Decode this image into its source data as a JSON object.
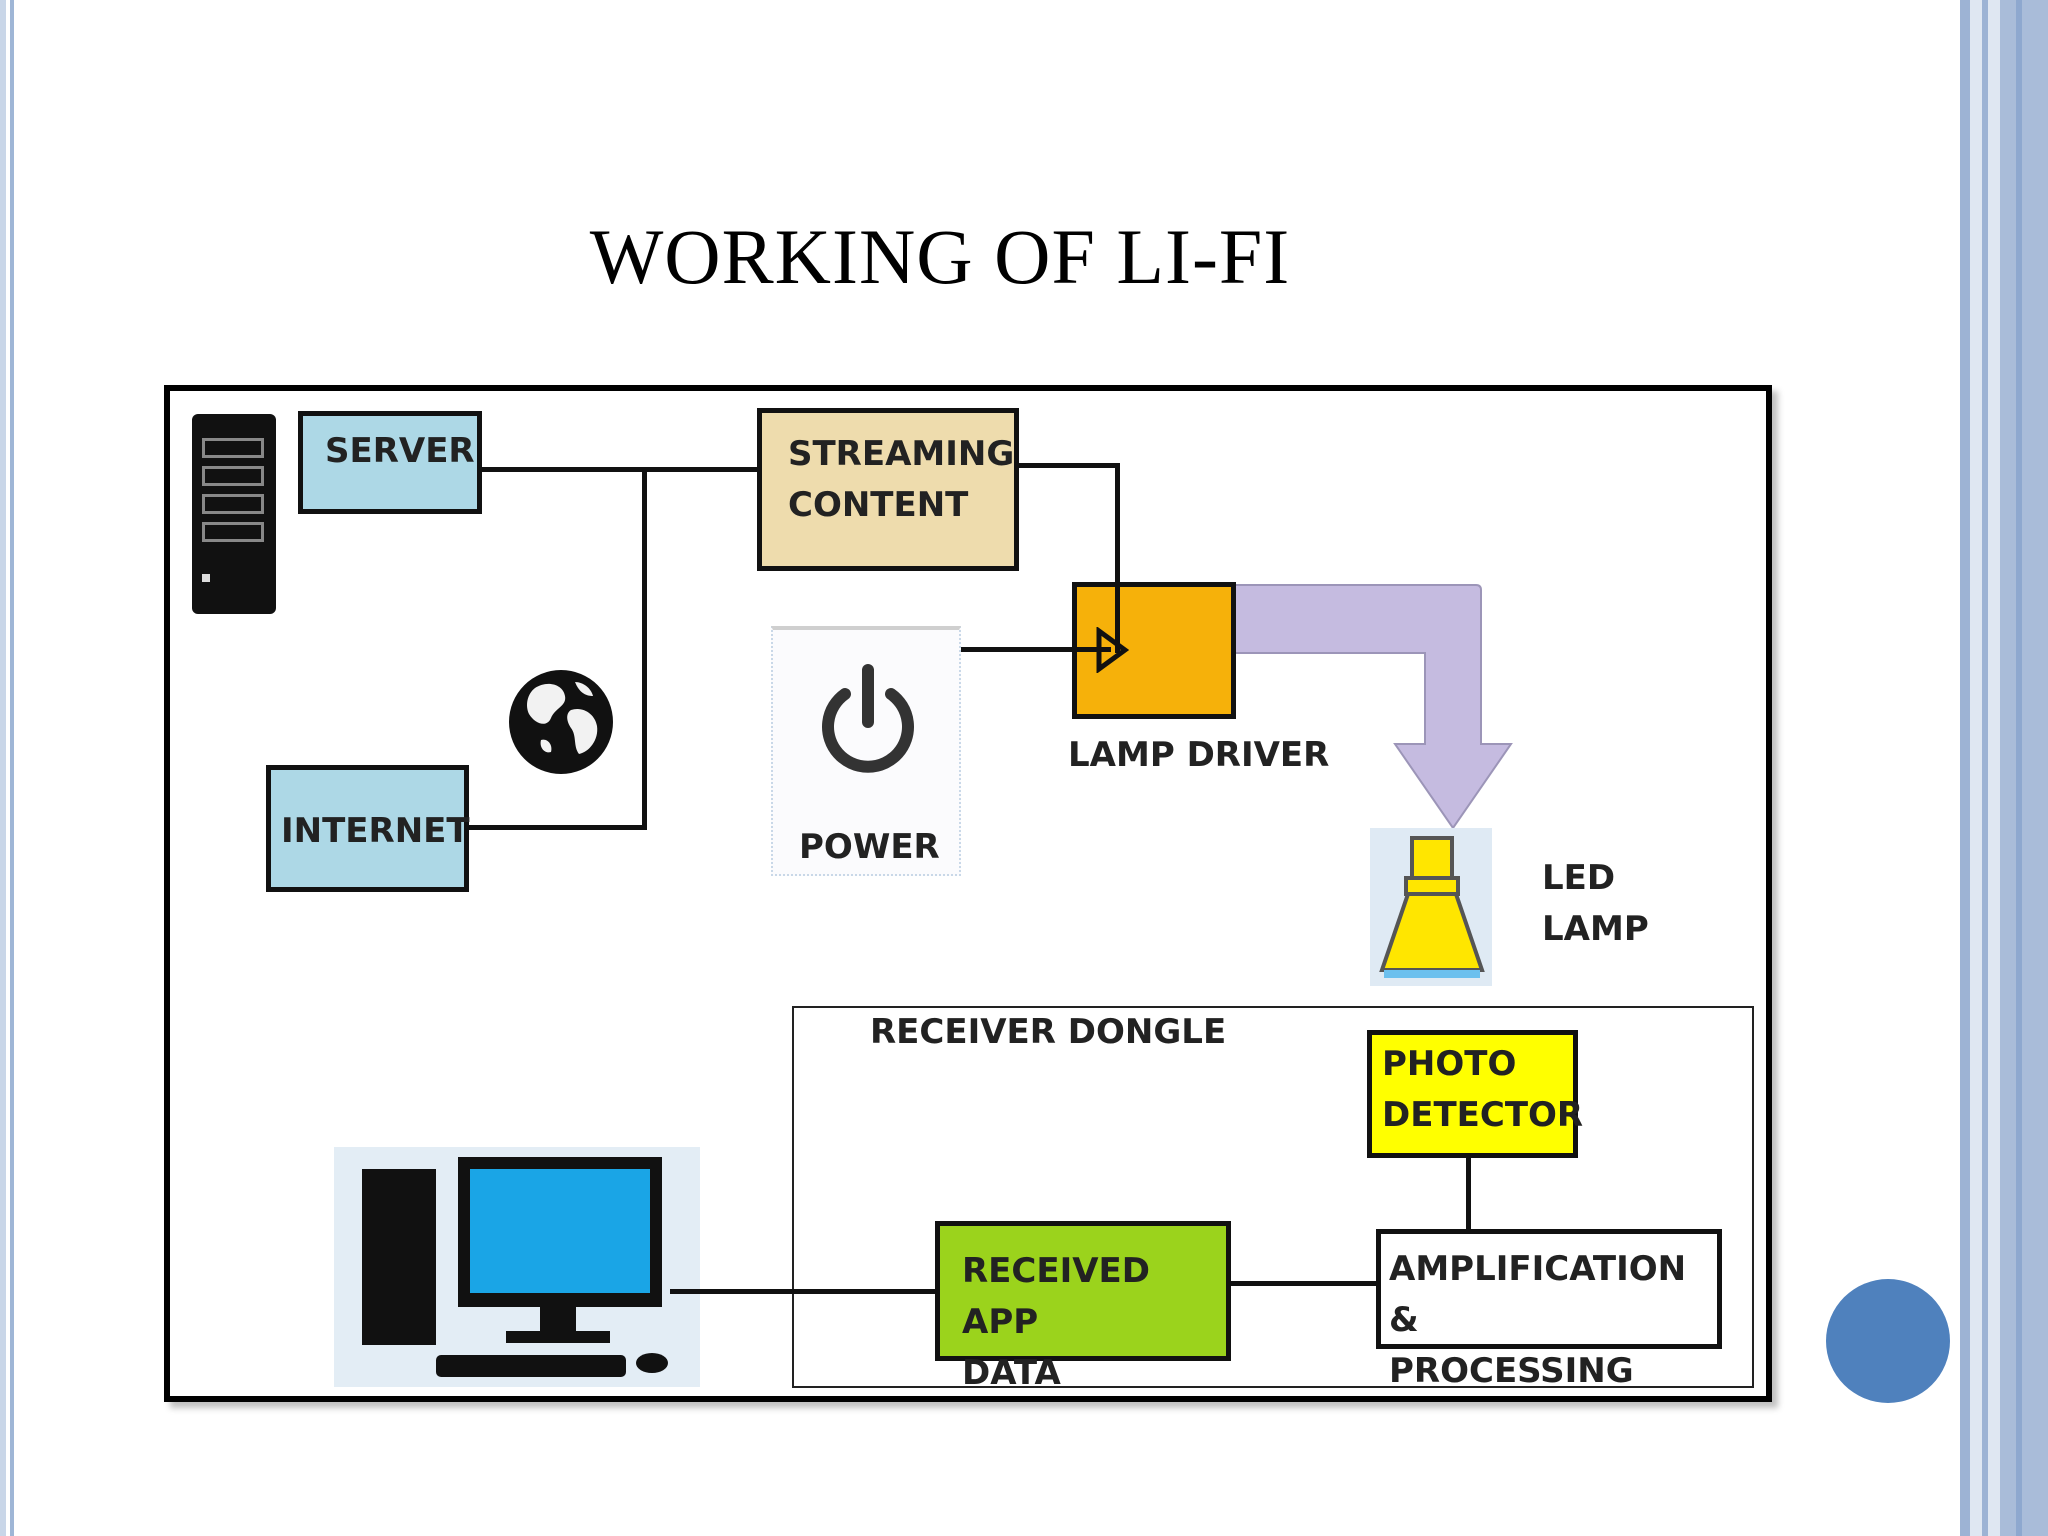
{
  "slide": {
    "title": "WORKING OF LI-FI",
    "accent_color": "#4f81bd"
  },
  "diagram": {
    "server": "SERVER",
    "streaming_content": [
      "STREAMING",
      "CONTENT"
    ],
    "internet": "INTERNET",
    "power": "POWER",
    "lamp_driver": "LAMP DRIVER",
    "led_lamp": [
      "LED",
      "LAMP"
    ],
    "receiver_dongle": "RECEIVER DONGLE",
    "photo_detector": [
      "PHOTO",
      "DETECTOR"
    ],
    "received_app_data": [
      "RECEIVED APP",
      "DATA"
    ],
    "amplification": [
      "AMPLIFICATION &",
      "PROCESSING"
    ],
    "icons": [
      "server-tower-icon",
      "globe-icon",
      "power-icon",
      "led-lamp-icon",
      "desktop-computer-icon",
      "light-arrow-icon"
    ],
    "colors": {
      "server": "#add8e6",
      "internet": "#add8e6",
      "streaming": "#eedcad",
      "lamp_driver": "#f6b10a",
      "photo_detector": "#ffff00",
      "received_app_data": "#9bd31c",
      "light_beam": "#c5bbe0"
    }
  }
}
